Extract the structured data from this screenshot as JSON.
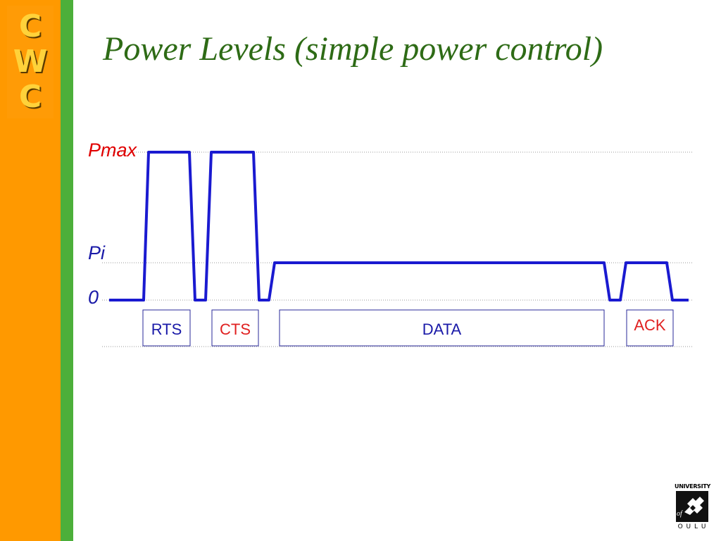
{
  "slide": {
    "title": "Power Levels (simple power control)"
  },
  "logo": {
    "letters": [
      "C",
      "W",
      "C"
    ]
  },
  "power_levels": {
    "pmax_label": "Pmax",
    "pi_label": "Pi",
    "zero_label": "0"
  },
  "frames": [
    {
      "label": "RTS",
      "power_level": "Pmax",
      "label_color": "#1a1aa8"
    },
    {
      "label": "CTS",
      "power_level": "Pmax",
      "label_color": "#e02020"
    },
    {
      "label": "DATA",
      "power_level": "Pi",
      "label_color": "#1a1aa8"
    },
    {
      "label": "ACK",
      "power_level": "Pi",
      "label_color": "#e02020"
    }
  ],
  "university_logo": {
    "top_text": "UNIVERSITY",
    "of_text": "of",
    "bottom_text": "O U L U"
  },
  "colors": {
    "signal_line": "#1a1ad0",
    "title": "#2e6b16",
    "pmax_label": "#e00000",
    "axis_labels": "#1a1aa8",
    "sidebar_orange": "#ff9900",
    "sidebar_green": "#4caf3a"
  }
}
